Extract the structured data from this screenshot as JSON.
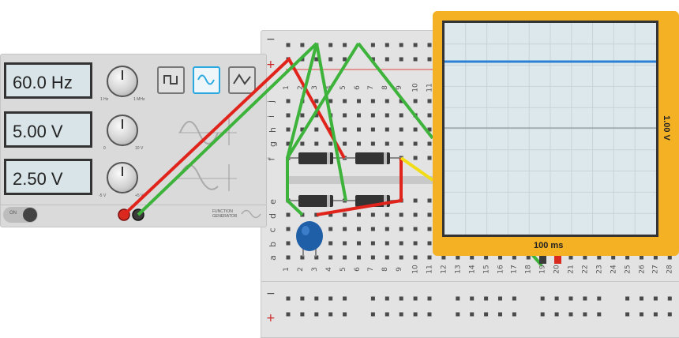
{
  "function_generator": {
    "frequency": "60.0 Hz",
    "amplitude": "5.00 V",
    "offset": "2.50 V",
    "freq_min": "1 Hz",
    "freq_max": "1 MHz",
    "amp_min": "0",
    "amp_max": "10 V",
    "off_min": "-5 V",
    "off_max": "+5 V",
    "power_label": "ON",
    "footer_label": "FUNCTION GENERATOR",
    "waveforms": [
      "square-wave",
      "sine-wave",
      "triangle-wave"
    ],
    "selected_waveform": "sine-wave"
  },
  "oscilloscope": {
    "time_div": "100 ms",
    "volt_div": "1.00 V",
    "trace_color": "#2b7fd4"
  },
  "breadboard": {
    "rail_minus": "−",
    "rail_plus": "+",
    "row_letters_top": [
      "j",
      "i",
      "h",
      "g",
      "f"
    ],
    "row_letters_bottom": [
      "e",
      "d",
      "c",
      "b",
      "a"
    ],
    "column_numbers": [
      "1",
      "2",
      "3",
      "4",
      "5",
      "6",
      "7",
      "8",
      "9",
      "10",
      "11",
      "12",
      "13",
      "14",
      "15",
      "16",
      "17",
      "18",
      "19",
      "20",
      "21",
      "22",
      "23",
      "24",
      "25",
      "26",
      "27",
      "28"
    ],
    "column_numbers_top": [
      "1",
      "2",
      "3",
      "4",
      "5",
      "6",
      "7",
      "8",
      "9",
      "10",
      "11"
    ]
  },
  "colors": {
    "wire_red": "#e0241c",
    "wire_green": "#3db33b",
    "wire_yellow": "#f2dc18",
    "capacitor": "#1f5fa8",
    "diode": "#333333",
    "scope_frame": "#f4b124"
  }
}
